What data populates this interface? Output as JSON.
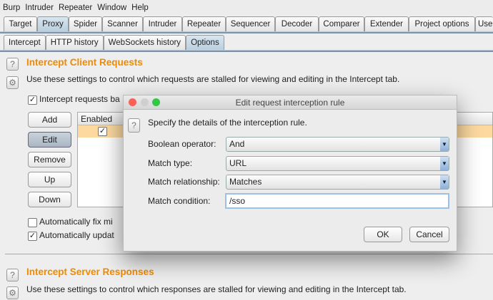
{
  "menu": [
    "Burp",
    "Intruder",
    "Repeater",
    "Window",
    "Help"
  ],
  "tabs": [
    "Target",
    "Proxy",
    "Spider",
    "Scanner",
    "Intruder",
    "Repeater",
    "Sequencer",
    "Decoder",
    "Comparer",
    "Extender",
    "Project options",
    "Use"
  ],
  "subtabs": [
    "Intercept",
    "HTTP history",
    "WebSockets history",
    "Options"
  ],
  "section1": {
    "title": "Intercept Client Requests",
    "desc": "Use these settings to control which requests are stalled for viewing and editing in the Intercept tab.",
    "intercept_label": "Intercept requests ba",
    "buttons": [
      "Add",
      "Edit",
      "Remove",
      "Up",
      "Down"
    ],
    "table_header": "Enabled",
    "auto_fix": "Automatically fix mi",
    "auto_update": "Automatically updat"
  },
  "dialog": {
    "title": "Edit request interception rule",
    "intro": "Specify the details of the interception rule.",
    "boolean_label": "Boolean operator:",
    "boolean_value": "And",
    "type_label": "Match type:",
    "type_value": "URL",
    "rel_label": "Match relationship:",
    "rel_value": "Matches",
    "cond_label": "Match condition:",
    "cond_value": "/sso",
    "ok": "OK",
    "cancel": "Cancel"
  },
  "section2": {
    "title": "Intercept Server Responses",
    "desc": "Use these settings to control which responses are stalled for viewing and editing in the Intercept tab."
  },
  "colors": {
    "heading": "#f08a00",
    "row_highlight": "#fdd9a0"
  }
}
